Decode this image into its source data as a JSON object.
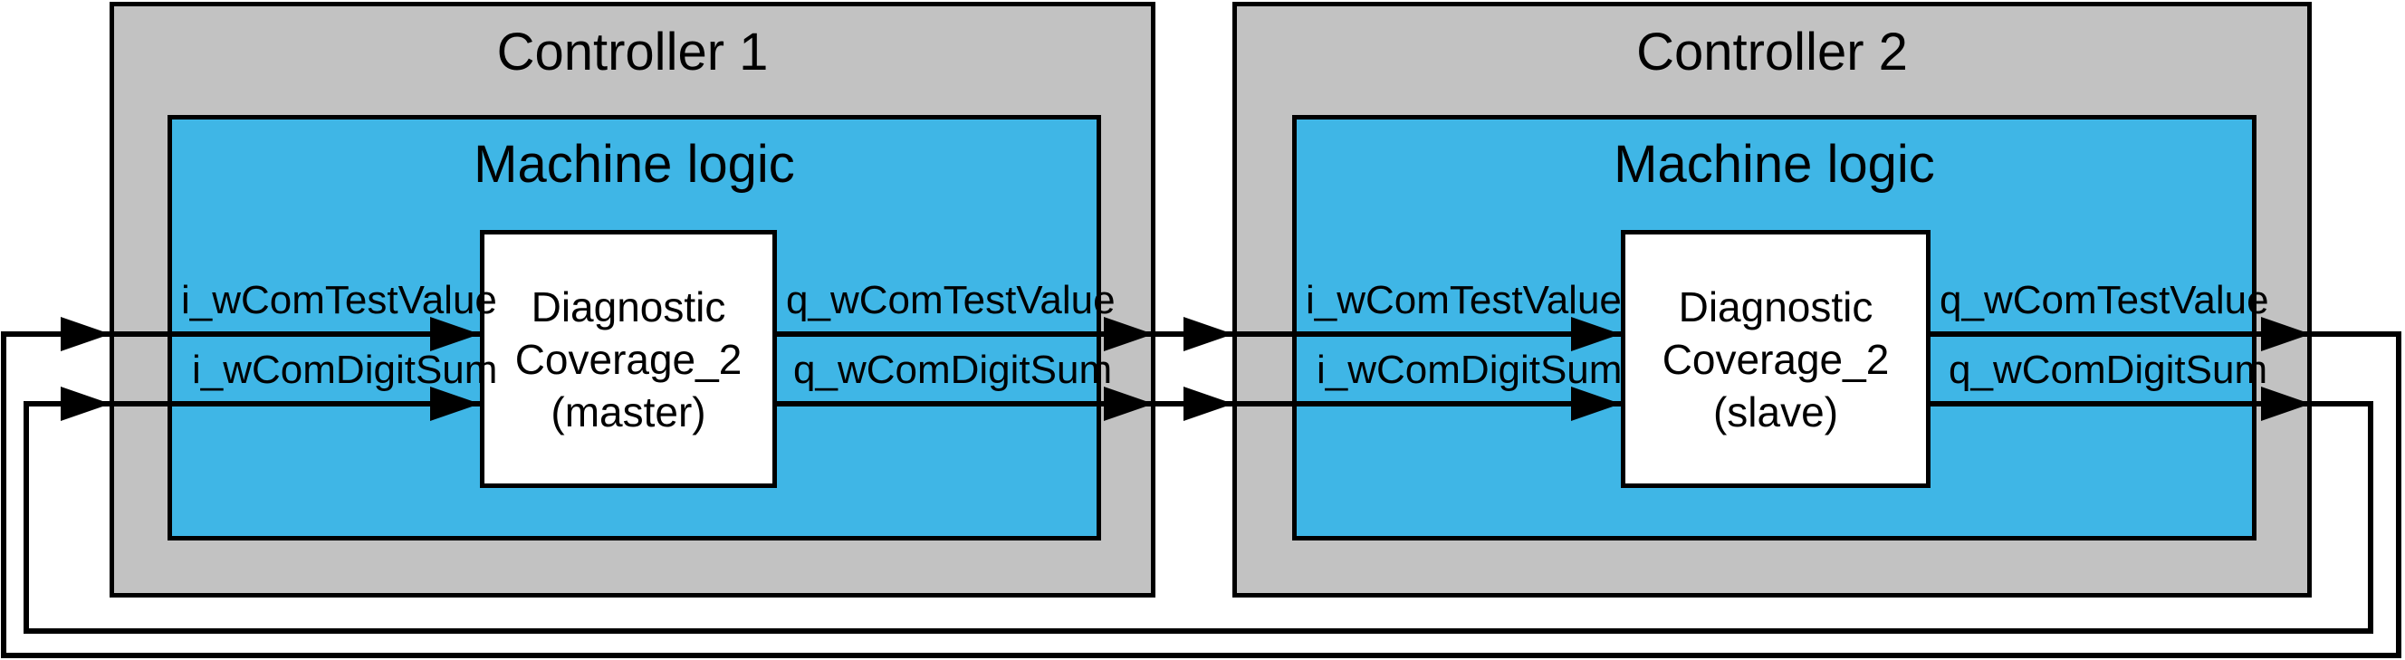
{
  "colors": {
    "controller_fill": "#c2c2c2",
    "machine_logic_fill": "#3fb6e6",
    "diagnostic_block_fill": "#ffffff",
    "wire_color": "#000000",
    "text_color": "#000000"
  },
  "controllers": [
    {
      "title": "Controller 1",
      "logic_title": "Machine logic",
      "block": {
        "line1": "Diagnostic",
        "line2": "Coverage_2",
        "line3": "(master)"
      },
      "input_labels": [
        "i_wComTestValue",
        "i_wComDigitSum"
      ],
      "output_labels": [
        "q_wComTestValue",
        "q_wComDigitSum"
      ]
    },
    {
      "title": "Controller 2",
      "logic_title": "Machine logic",
      "block": {
        "line1": "Diagnostic",
        "line2": "Coverage_2",
        "line3": "(slave)"
      },
      "input_labels": [
        "i_wComTestValue",
        "i_wComDigitSum"
      ],
      "output_labels": [
        "q_wComTestValue",
        "q_wComDigitSum"
      ]
    }
  ]
}
